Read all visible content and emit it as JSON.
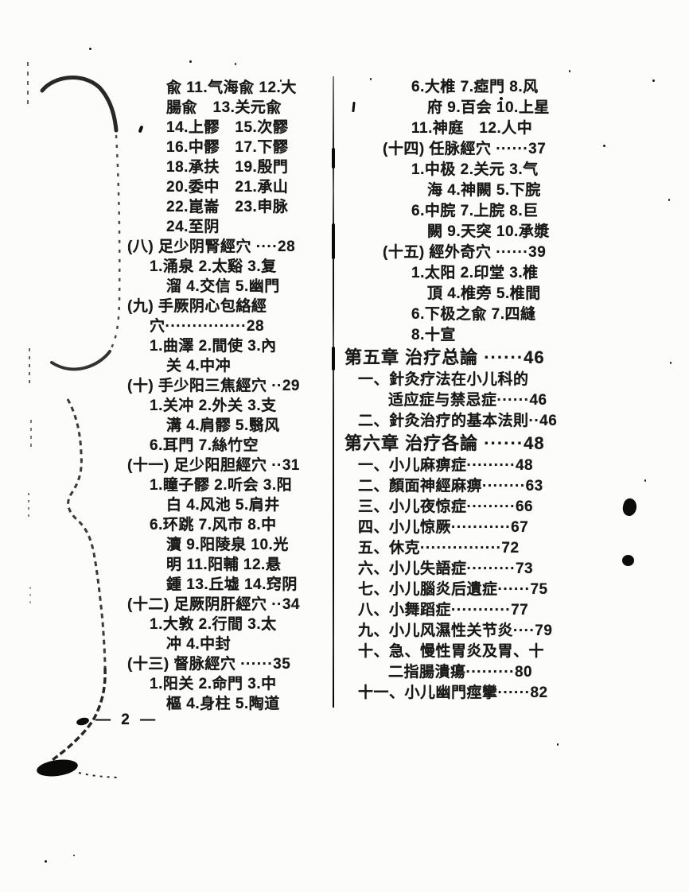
{
  "page": {
    "paper_color": "#fcfcfa",
    "ink_color": "#191919",
    "footer_page_number": "— 2 —"
  },
  "left_column": {
    "lines": [
      {
        "s": "cont",
        "t": "兪 11.气海兪 12.大"
      },
      {
        "s": "cont",
        "t": "腸兪　13.关元兪"
      },
      {
        "s": "cont",
        "t": "14.上髎　15.次髎"
      },
      {
        "s": "cont",
        "t": "16.中髎　17.下髎"
      },
      {
        "s": "cont",
        "t": "18.承扶　19.殷門"
      },
      {
        "s": "cont",
        "t": "20.委中　21.承山"
      },
      {
        "s": "cont",
        "t": "22.崑崙　23.申脉"
      },
      {
        "s": "cont",
        "t": "24.至阴"
      },
      {
        "s": "section",
        "t": "(八) 足少阴腎經穴 ····28"
      },
      {
        "s": "item",
        "t": "1.涌泉 2.太谿 3.复"
      },
      {
        "s": "cont",
        "t": "溜 4.交信 5.幽門"
      },
      {
        "s": "section",
        "t": "(九) 手厥阴心包絡經"
      },
      {
        "s": "item",
        "t": "穴···············28"
      },
      {
        "s": "item",
        "t": "1.曲澤 2.間使 3.內"
      },
      {
        "s": "cont",
        "t": "关 4.中冲"
      },
      {
        "s": "section",
        "t": "(十) 手少阳三焦經穴 ··29"
      },
      {
        "s": "item",
        "t": "1.关冲 2.外关 3.支"
      },
      {
        "s": "cont",
        "t": "溝 4.肩髎 5.翳风"
      },
      {
        "s": "item",
        "t": "6.耳門 7.絲竹空"
      },
      {
        "s": "section",
        "t": "(十一) 足少阳胆經穴 ··31"
      },
      {
        "s": "item",
        "t": "1.瞳子髎 2.听会 3.阳"
      },
      {
        "s": "cont",
        "t": "白 4.风池 5.肩井"
      },
      {
        "s": "item",
        "t": "6.环跳 7.风市 8.中"
      },
      {
        "s": "cont",
        "t": "瀆 9.阳陵泉 10.光"
      },
      {
        "s": "cont",
        "t": "明 11.阳輔 12.悬"
      },
      {
        "s": "cont",
        "t": "鍾 13.丘墟 14.窍阴"
      },
      {
        "s": "section",
        "t": "(十二) 足厥阴肝經穴 ··34"
      },
      {
        "s": "item",
        "t": "1.大敦 2.行間 3.太"
      },
      {
        "s": "cont",
        "t": "冲 4.中封"
      },
      {
        "s": "section",
        "t": "(十三) 督脉經穴 ······35"
      },
      {
        "s": "item",
        "t": "1.阳关 2.命門 3.中"
      },
      {
        "s": "cont",
        "t": "樞 4.身柱 5.陶道"
      }
    ]
  },
  "right_column": {
    "lines": [
      {
        "s": "item",
        "t": "6.大椎 7.瘂門 8.风"
      },
      {
        "s": "cont",
        "t": "府 9.百会 10.上星"
      },
      {
        "s": "item",
        "t": "11.神庭　12.人中"
      },
      {
        "s": "section",
        "t": "(十四) 任脉經穴 ······37"
      },
      {
        "s": "item",
        "t": "1.中极 2.关元 3.气"
      },
      {
        "s": "cont",
        "t": "海 4.神闕 5.下脘"
      },
      {
        "s": "item",
        "t": "6.中脘 7.上脘 8.巨"
      },
      {
        "s": "cont",
        "t": "闕 9.天突 10.承漿"
      },
      {
        "s": "section",
        "t": "(十五) 經外奇穴 ······39"
      },
      {
        "s": "item",
        "t": "1.太阳 2.印堂 3.椎"
      },
      {
        "s": "cont",
        "t": "頂 4.椎旁 5.椎間"
      },
      {
        "s": "item",
        "t": "6.下极之兪 7.四縫"
      },
      {
        "s": "item",
        "t": "8.十宣"
      },
      {
        "s": "chapter",
        "t": "第五章 治疗总論 ······46"
      },
      {
        "s": "entry",
        "t": "一、針灸疗法在小儿科的"
      },
      {
        "s": "entry2",
        "t": "适应症与禁忌症······46"
      },
      {
        "s": "entry",
        "t": "二、針灸治疗的基本法則··46"
      },
      {
        "s": "chapter",
        "t": "第六章 治疗各論 ······48"
      },
      {
        "s": "entry",
        "t": "一、小儿麻痹症·········48"
      },
      {
        "s": "entry",
        "t": "二、顏面神經麻痹········63"
      },
      {
        "s": "entry",
        "t": "三、小儿夜惊症·········66"
      },
      {
        "s": "entry",
        "t": "四、小儿惊厥···········67"
      },
      {
        "s": "entry",
        "t": "五、休克···············72"
      },
      {
        "s": "entry",
        "t": "六、小儿失語症·········73"
      },
      {
        "s": "entry",
        "t": "七、小儿腦炎后遺症······75"
      },
      {
        "s": "entry",
        "t": "八、小舞蹈症···········77"
      },
      {
        "s": "entry",
        "t": "九、小儿风濕性关节炎····79"
      },
      {
        "s": "entry",
        "t": "十、急、慢性胃炎及胃、十"
      },
      {
        "s": "entry2",
        "t": "二指腸潰瘍·········80"
      },
      {
        "s": "entry",
        "t": "十一、小儿幽門痙攣······82"
      }
    ]
  }
}
